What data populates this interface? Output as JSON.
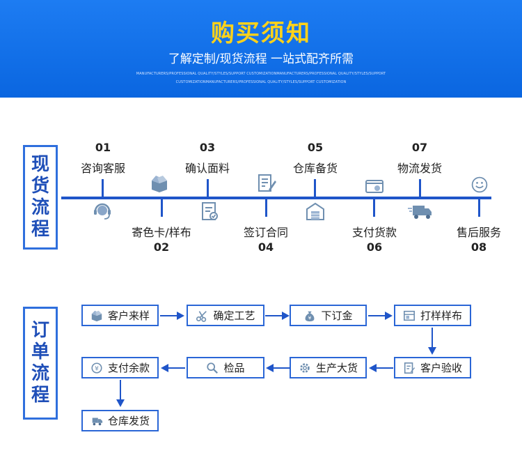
{
  "header": {
    "title": "购买须知",
    "subtitle": "了解定制/现货流程 一站式配齐所需",
    "english_line1": "MANUFACTURERS/PROFESSIONAL QUALITY/STYLES/SUPPORT CUSTOMIZATIONMANUFACTURERS/PROFESSIONAL QUALITY/STYLES/SUPPORT",
    "english_line2": "CUSTOMIZATIONMANUFACTURERS/PROFESSIONAL QUALITY/STYLES/SUPPORT CUSTOMIZATION"
  },
  "spot_section": {
    "label_chars": [
      "现",
      "货",
      "流",
      "程"
    ],
    "steps": [
      {
        "num": "01",
        "label": "咨询客服",
        "icon": "customer-service-headset-icon"
      },
      {
        "num": "02",
        "label": "寄色卡/样布",
        "icon": "open-box-icon"
      },
      {
        "num": "03",
        "label": "确认面料",
        "icon": "checklist-icon"
      },
      {
        "num": "04",
        "label": "签订合同",
        "icon": "contract-sign-icon"
      },
      {
        "num": "05",
        "label": "仓库备货",
        "icon": "warehouse-icon"
      },
      {
        "num": "06",
        "label": "支付货款",
        "icon": "payment-wallet-icon"
      },
      {
        "num": "07",
        "label": "物流发货",
        "icon": "delivery-truck-icon"
      },
      {
        "num": "08",
        "label": "售后服务",
        "icon": "smiley-face-icon"
      }
    ]
  },
  "order_section": {
    "label_chars": [
      "订",
      "单",
      "流",
      "程"
    ],
    "steps": [
      {
        "label": "客户来样",
        "icon": "open-box-icon"
      },
      {
        "label": "确定工艺",
        "icon": "scissors-icon"
      },
      {
        "label": "下订金",
        "icon": "money-bag-icon"
      },
      {
        "label": "打样样布",
        "icon": "sample-board-icon"
      },
      {
        "label": "客户验收",
        "icon": "inspection-checklist-icon"
      },
      {
        "label": "生产大货",
        "icon": "gear-icon"
      },
      {
        "label": "检品",
        "icon": "search-icon"
      },
      {
        "label": "支付余款",
        "icon": "yen-coin-icon"
      },
      {
        "label": "仓库发货",
        "icon": "delivery-truck-icon"
      }
    ]
  },
  "colors": {
    "banner_blue": "#0a66e0",
    "title_yellow": "#ffd21a",
    "accent_blue": "#1f55c9",
    "icon_gray": "#6f8fb0"
  }
}
